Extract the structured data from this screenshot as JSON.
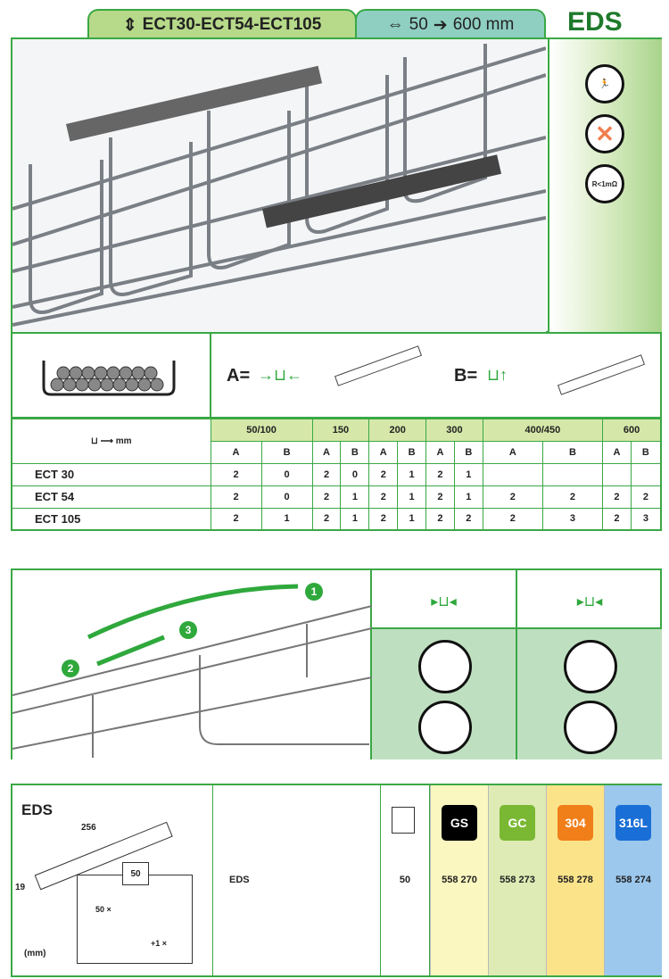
{
  "header": {
    "tab_models": "ECT30-ECT54-ECT105",
    "tab_range_from": "50",
    "tab_range_to": "600 mm",
    "product": "EDS"
  },
  "features": {
    "icon_fast": "fast-install-icon",
    "icon_no_screw": "no-screw-icon",
    "resistance": "R<1mΩ"
  },
  "assembly": {
    "a_label": "A=",
    "b_label": "B="
  },
  "table": {
    "unit": "mm",
    "widths": [
      "50/100",
      "150",
      "200",
      "300",
      "400/450",
      "600"
    ],
    "sub": [
      "A",
      "B"
    ],
    "rows": [
      {
        "name": "ECT 30",
        "values": [
          "2",
          "0",
          "2",
          "0",
          "2",
          "1",
          "2",
          "1",
          "",
          "",
          "",
          ""
        ]
      },
      {
        "name": "ECT 54",
        "values": [
          "2",
          "0",
          "2",
          "1",
          "2",
          "1",
          "2",
          "1",
          "2",
          "2",
          "2",
          "2"
        ]
      },
      {
        "name": "ECT 105",
        "values": [
          "2",
          "1",
          "2",
          "1",
          "2",
          "1",
          "2",
          "2",
          "2",
          "3",
          "2",
          "3"
        ]
      }
    ]
  },
  "install": {
    "steps": [
      "1",
      "2",
      "3"
    ]
  },
  "order": {
    "title": "EDS",
    "length": "256",
    "height": "19",
    "unit": "(mm)",
    "pack_box": "50",
    "pack_qty": "50 ×",
    "extra_qty": "+1 ×",
    "designation": "EDS",
    "qty": "50",
    "finishes": [
      {
        "code": "GS",
        "ref": "558 270",
        "color": "#000000",
        "bg": "#fbf7c0"
      },
      {
        "code": "GC",
        "ref": "558 273",
        "color": "#7ab833",
        "bg": "#deebb5"
      },
      {
        "code": "304",
        "ref": "558 278",
        "color": "#f07f1a",
        "bg": "#fbe38a"
      },
      {
        "code": "316L",
        "ref": "558 274",
        "color": "#1a6fd6",
        "bg": "#9cc8ee"
      }
    ]
  }
}
